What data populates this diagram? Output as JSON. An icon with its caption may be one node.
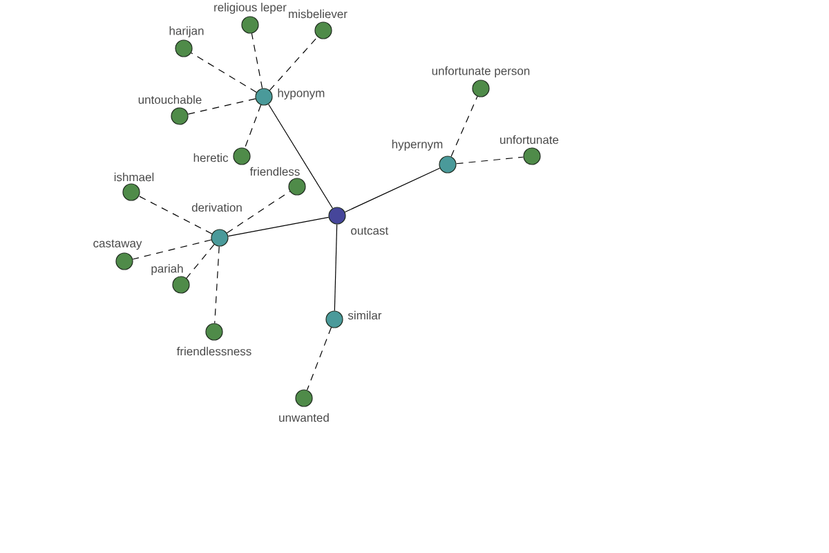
{
  "diagram": {
    "nodes": [
      {
        "text": [
          "religious leper"
        ]
      },
      {
        "text": [
          "misbeliever"
        ]
      },
      {
        "text": [
          "harijan"
        ]
      },
      {
        "text": [
          "hyponym"
        ]
      },
      {
        "text": [
          "unfortunate person"
        ]
      },
      {
        "text": [
          "untouchable"
        ]
      },
      {
        "text": [
          "heretic"
        ]
      },
      {
        "text": [
          "hypernym"
        ]
      },
      {
        "text": [
          "unfortunate"
        ]
      },
      {
        "text": [
          "friendless"
        ]
      },
      {
        "text": [
          "ishmael"
        ]
      },
      {
        "text": [
          "outcast"
        ]
      },
      {
        "text": [
          "derivation"
        ]
      },
      {
        "text": [
          "castaway"
        ]
      },
      {
        "text": [
          "pariah"
        ]
      },
      {
        "text": [
          "similar"
        ]
      },
      {
        "text": [
          "friendlessness"
        ]
      },
      {
        "text": [
          "unwanted"
        ]
      }
    ],
    "edges": [
      {
        "from": 11,
        "to": 3,
        "arrow": "none"
      },
      {
        "from": 11,
        "to": 7,
        "arrow": "none"
      },
      {
        "from": 11,
        "to": 12,
        "arrow": "none"
      },
      {
        "from": 11,
        "to": 15,
        "arrow": "none"
      },
      {
        "from": 3,
        "to": 0,
        "arrow": "none",
        "style": "dashed"
      },
      {
        "from": 3,
        "to": 1,
        "arrow": "none",
        "style": "dashed"
      },
      {
        "from": 3,
        "to": 2,
        "arrow": "none",
        "style": "dashed"
      },
      {
        "from": 3,
        "to": 5,
        "arrow": "none",
        "style": "dashed"
      },
      {
        "from": 3,
        "to": 6,
        "arrow": "none",
        "style": "dashed"
      },
      {
        "from": 7,
        "to": 4,
        "arrow": "none",
        "style": "dashed"
      },
      {
        "from": 7,
        "to": 8,
        "arrow": "none",
        "style": "dashed"
      },
      {
        "from": 12,
        "to": 9,
        "arrow": "none",
        "style": "dashed"
      },
      {
        "from": 12,
        "to": 10,
        "arrow": "none",
        "style": "dashed"
      },
      {
        "from": 12,
        "to": 13,
        "arrow": "none",
        "style": "dashed"
      },
      {
        "from": 12,
        "to": 14,
        "arrow": "none",
        "style": "dashed"
      },
      {
        "from": 12,
        "to": 16,
        "arrow": "none",
        "style": "dashed"
      },
      {
        "from": 15,
        "to": 17,
        "arrow": "none",
        "style": "dashed"
      }
    ]
  }
}
